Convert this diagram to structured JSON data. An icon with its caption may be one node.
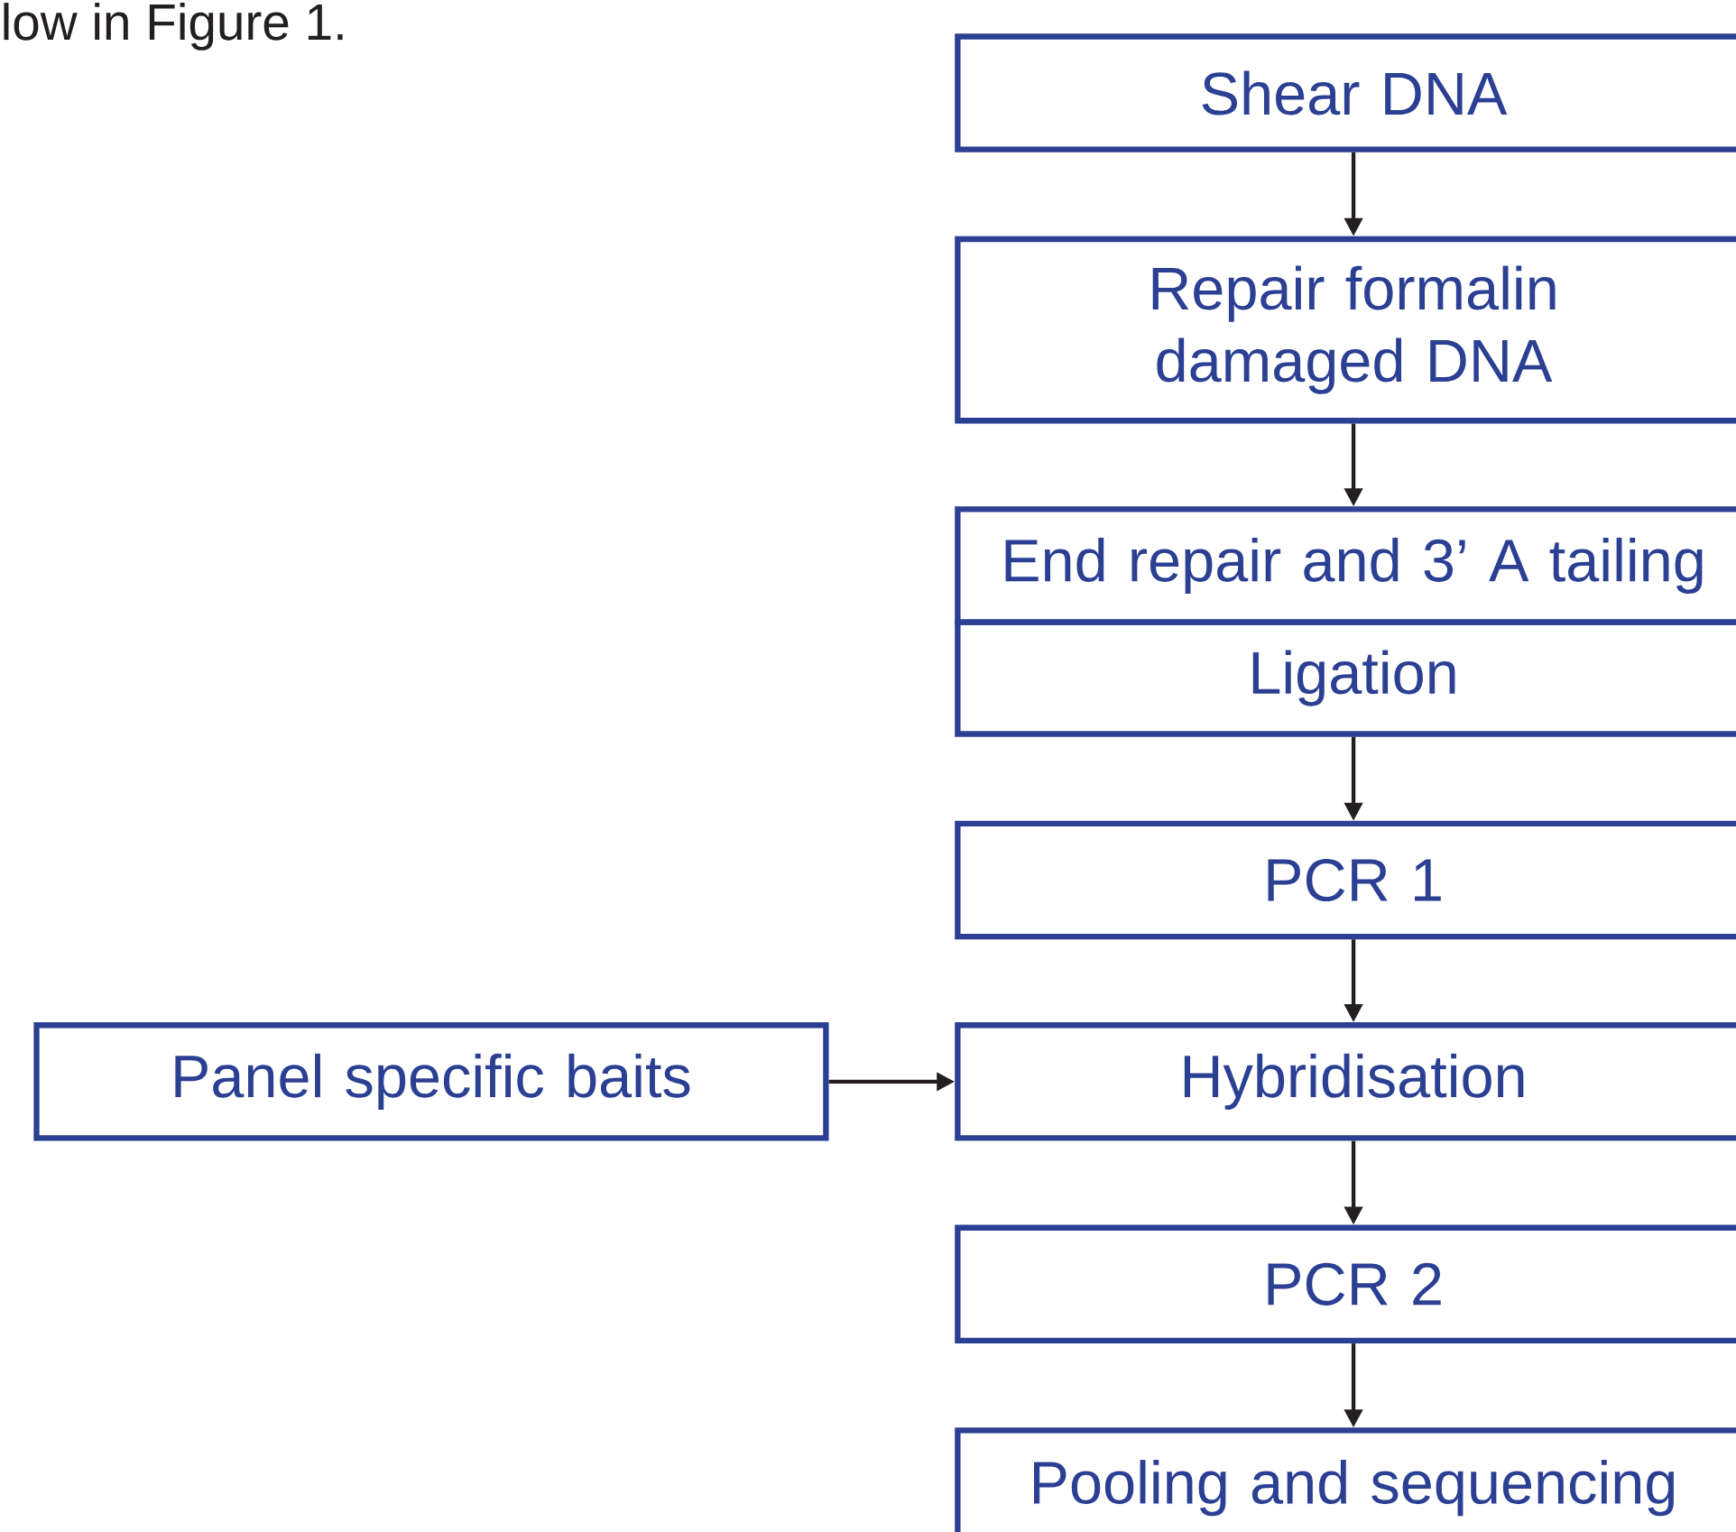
{
  "diagram": {
    "nodes": [
      {
        "text": [
          "Shear DNA"
        ]
      },
      {
        "text": [
          "Repair formalin damaged DNA"
        ]
      },
      {
        "text": [
          "End repair and 3’ A tailing"
        ]
      },
      {
        "text": [
          "Ligation"
        ]
      },
      {
        "text": [
          "PCR 1"
        ]
      },
      {
        "text": [
          "Panel specific baits"
        ]
      },
      {
        "text": [
          "Hybridisation"
        ]
      },
      {
        "text": [
          "PCR 2"
        ]
      },
      {
        "text": [
          "Pooling and sequencing"
        ]
      }
    ],
    "edges": [
      {
        "from": 0,
        "to": 1,
        "arrow": "to"
      },
      {
        "from": 1,
        "to": 2,
        "arrow": "to"
      },
      {
        "from": 3,
        "to": 4,
        "arrow": "to"
      },
      {
        "from": 4,
        "to": 6,
        "arrow": "to"
      },
      {
        "from": 5,
        "to": 6,
        "arrow": "to"
      },
      {
        "from": 6,
        "to": 7,
        "arrow": "to"
      },
      {
        "from": 7,
        "to": 8,
        "arrow": "to"
      }
    ],
    "labels": [
      "low in Figure 1."
    ]
  }
}
